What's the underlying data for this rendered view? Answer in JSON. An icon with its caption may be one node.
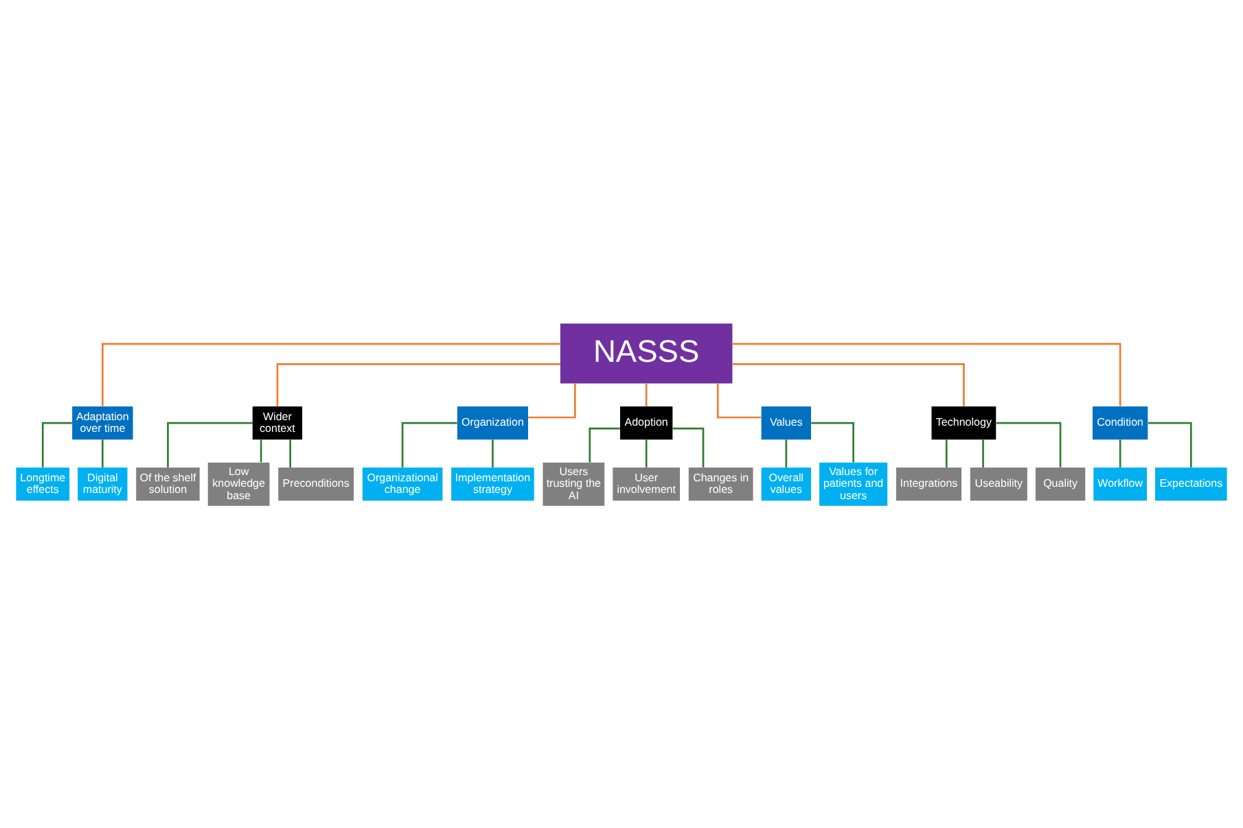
{
  "diagram": {
    "nodes": [
      {
        "text": [
          "NASSS"
        ]
      },
      {
        "text": [
          "Adaptation over time"
        ]
      },
      {
        "text": [
          "Wider context"
        ]
      },
      {
        "text": [
          "Organization"
        ]
      },
      {
        "text": [
          "Adoption"
        ]
      },
      {
        "text": [
          "Values"
        ]
      },
      {
        "text": [
          "Technology"
        ]
      },
      {
        "text": [
          "Condition"
        ]
      },
      {
        "text": [
          "Longtime effects"
        ]
      },
      {
        "text": [
          "Digital maturity"
        ]
      },
      {
        "text": [
          "Of the shelf solution"
        ]
      },
      {
        "text": [
          "Low knowledge base"
        ]
      },
      {
        "text": [
          "Preconditions"
        ]
      },
      {
        "text": [
          "Organizational change"
        ]
      },
      {
        "text": [
          "Implementation strategy"
        ]
      },
      {
        "text": [
          "Users trusting the AI"
        ]
      },
      {
        "text": [
          "User involvement"
        ]
      },
      {
        "text": [
          "Changes in roles"
        ]
      },
      {
        "text": [
          "Overall values"
        ]
      },
      {
        "text": [
          "Values for patients and users"
        ]
      },
      {
        "text": [
          "Integrations"
        ]
      },
      {
        "text": [
          "Useability"
        ]
      },
      {
        "text": [
          "Quality"
        ]
      },
      {
        "text": [
          "Workflow"
        ]
      },
      {
        "text": [
          "Expectations"
        ]
      }
    ],
    "edges": [
      {
        "from": 0,
        "to": 1,
        "arrow": "none",
        "color": "#ed7d31"
      },
      {
        "from": 0,
        "to": 2,
        "arrow": "none",
        "color": "#ed7d31"
      },
      {
        "from": 0,
        "to": 3,
        "arrow": "none",
        "color": "#ed7d31"
      },
      {
        "from": 0,
        "to": 4,
        "arrow": "none",
        "color": "#ed7d31"
      },
      {
        "from": 0,
        "to": 5,
        "arrow": "none",
        "color": "#ed7d31"
      },
      {
        "from": 0,
        "to": 6,
        "arrow": "none",
        "color": "#ed7d31"
      },
      {
        "from": 0,
        "to": 7,
        "arrow": "none",
        "color": "#ed7d31"
      },
      {
        "from": 1,
        "to": 8,
        "arrow": "none"
      },
      {
        "from": 1,
        "to": 9,
        "arrow": "none"
      },
      {
        "from": 2,
        "to": 10,
        "arrow": "none"
      },
      {
        "from": 2,
        "to": 11,
        "arrow": "none"
      },
      {
        "from": 2,
        "to": 12,
        "arrow": "none"
      },
      {
        "from": 3,
        "to": 13,
        "arrow": "none"
      },
      {
        "from": 3,
        "to": 14,
        "arrow": "none"
      },
      {
        "from": 4,
        "to": 15,
        "arrow": "none"
      },
      {
        "from": 4,
        "to": 16,
        "arrow": "none"
      },
      {
        "from": 4,
        "to": 17,
        "arrow": "none"
      },
      {
        "from": 5,
        "to": 18,
        "arrow": "none"
      },
      {
        "from": 5,
        "to": 19,
        "arrow": "none"
      },
      {
        "from": 6,
        "to": 20,
        "arrow": "none"
      },
      {
        "from": 6,
        "to": 21,
        "arrow": "none"
      },
      {
        "from": 6,
        "to": 22,
        "arrow": "none"
      },
      {
        "from": 7,
        "to": 23,
        "arrow": "none"
      },
      {
        "from": 7,
        "to": 24,
        "arrow": "none"
      }
    ]
  }
}
